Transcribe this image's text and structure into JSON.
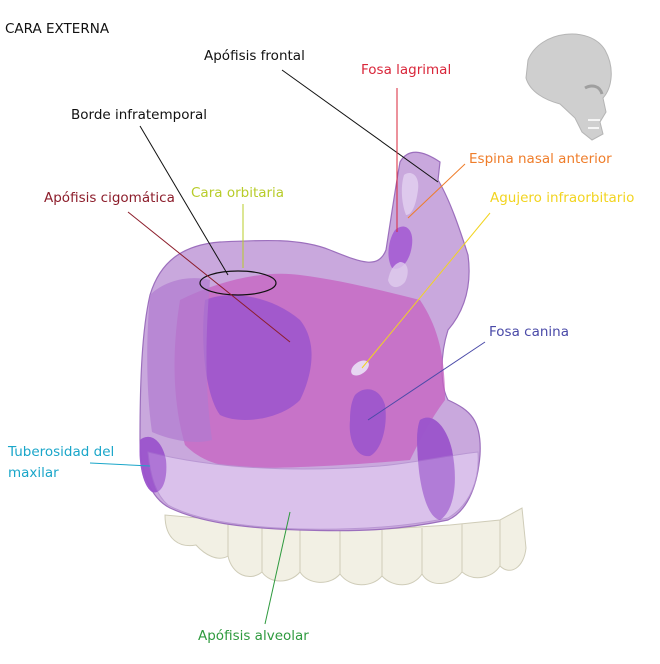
{
  "title": "CARA EXTERNA",
  "labels": [
    {
      "key": "apofisis_frontal",
      "text": "Apófisis frontal",
      "color": "#111111"
    },
    {
      "key": "fosa_lagrimal",
      "text": "Fosa lagrimal",
      "color": "#d9263a"
    },
    {
      "key": "borde_infratemporal",
      "text": "Borde infratemporal",
      "color": "#111111"
    },
    {
      "key": "espina_nasal_anterior",
      "text": "Espina nasal anterior",
      "color": "#ef7d2a"
    },
    {
      "key": "apofisis_cigomatica",
      "text": "Apófisis cigomática",
      "color": "#8c1d2b"
    },
    {
      "key": "cara_orbitaria",
      "text": "Cara orbitaria",
      "color": "#b8cc2a"
    },
    {
      "key": "agujero_infraorbitario",
      "text": "Agujero infraorbitario",
      "color": "#f2d420"
    },
    {
      "key": "fosa_canina",
      "text": "Fosa canina",
      "color": "#4a4aa8"
    },
    {
      "key": "tuberosidad_maxilar_1",
      "text": "Tuberosidad del",
      "color": "#1aa6c9"
    },
    {
      "key": "tuberosidad_maxilar_2",
      "text": "maxilar",
      "color": "#1aa6c9"
    },
    {
      "key": "apofisis_alveolar",
      "text": "Apófisis alveolar",
      "color": "#2e9a3e"
    }
  ],
  "colors": {
    "bone_light": "#c9a8dd",
    "bone_mid": "#b07ad0",
    "bone_magenta": "#c662c0",
    "bone_dark": "#9b55cc",
    "alveolar": "#ddc6ee",
    "teeth": "#f2f0e4",
    "skull": "#cfcfcf"
  }
}
